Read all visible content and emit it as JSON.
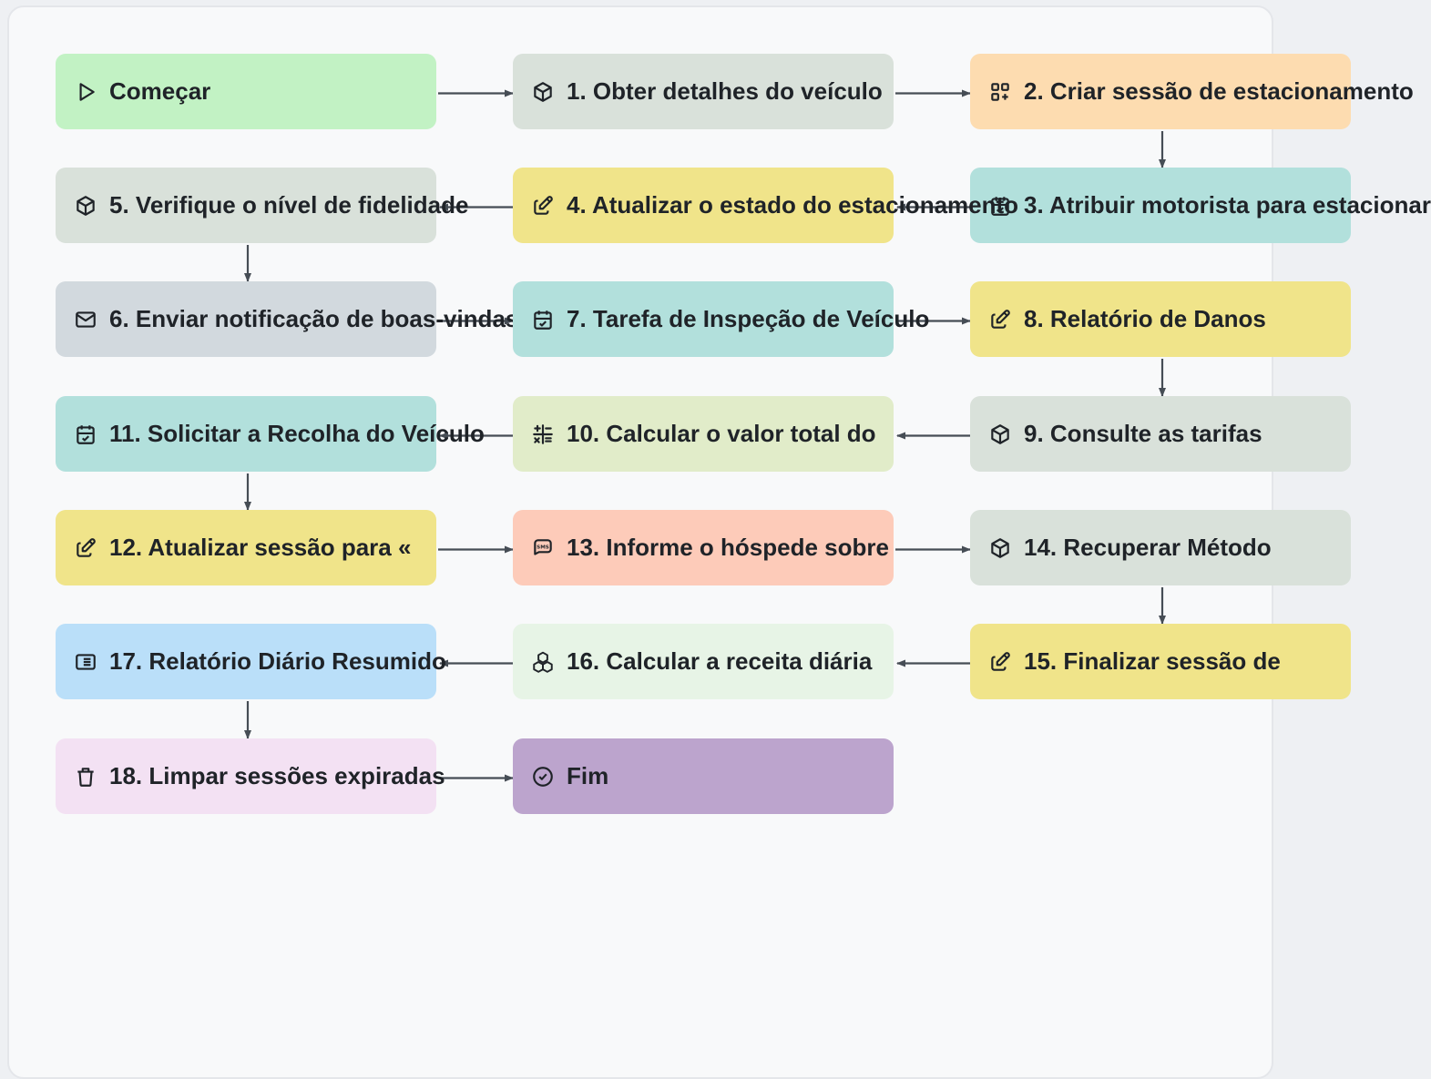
{
  "colors": {
    "green": "#c2f2c4",
    "grey_green": "#d9e1da",
    "peach": "#fddcb0",
    "teal": "#b2e0dc",
    "yellow": "#f0e48a",
    "blue_grey": "#d2d9de",
    "pale_green": "#e1ecc9",
    "salmon": "#fdcbb9",
    "blue": "#badff9",
    "mint": "#e7f4e6",
    "lavender": "#f3e1f3",
    "purple": "#bca4cd",
    "edge": "#464d55"
  },
  "nodes": [
    {
      "id": "start",
      "label": "Começar",
      "icon": "play-icon",
      "color": "green"
    },
    {
      "id": "n1",
      "label": "1. Obter detalhes do veículo",
      "icon": "cube-icon",
      "color": "grey_green"
    },
    {
      "id": "n2",
      "label": "2. Criar sessão de estacionamento",
      "icon": "grid-add-icon",
      "color": "peach"
    },
    {
      "id": "n3",
      "label": "3. Atribuir motorista para estacionar",
      "icon": "calendar-check-icon",
      "color": "teal"
    },
    {
      "id": "n4",
      "label": "4. Atualizar o estado do estacionamento",
      "icon": "edit-icon",
      "color": "yellow"
    },
    {
      "id": "n5",
      "label": "5. Verifique o nível de fidelidade",
      "icon": "cube-icon",
      "color": "grey_green"
    },
    {
      "id": "n6",
      "label": "6. Enviar notificação de boas-vindas",
      "icon": "mail-icon",
      "color": "blue_grey"
    },
    {
      "id": "n7",
      "label": "7. Tarefa de Inspeção de Veículo",
      "icon": "calendar-check-icon",
      "color": "teal"
    },
    {
      "id": "n8",
      "label": "8. Relatório de Danos",
      "icon": "edit-icon",
      "color": "yellow"
    },
    {
      "id": "n9",
      "label": "9. Consulte as tarifas",
      "icon": "cube-icon",
      "color": "grey_green"
    },
    {
      "id": "n10",
      "label": "10. Calcular o valor total do",
      "icon": "math-icon",
      "color": "pale_green"
    },
    {
      "id": "n11",
      "label": "11. Solicitar a Recolha do Veículo",
      "icon": "calendar-check-icon",
      "color": "teal"
    },
    {
      "id": "n12",
      "label": "12. Atualizar sessão para «",
      "icon": "edit-icon",
      "color": "yellow"
    },
    {
      "id": "n13",
      "label": "13. Informe o hóspede sobre",
      "icon": "sms-icon",
      "color": "salmon"
    },
    {
      "id": "n14",
      "label": "14. Recuperar Método",
      "icon": "cube-icon",
      "color": "grey_green"
    },
    {
      "id": "n15",
      "label": "15. Finalizar sessão de",
      "icon": "edit-icon",
      "color": "yellow"
    },
    {
      "id": "n16",
      "label": "16. Calcular a receita diária",
      "icon": "boxes-icon",
      "color": "mint"
    },
    {
      "id": "n17",
      "label": "17. Relatório Diário Resumido",
      "icon": "list-details-icon",
      "color": "blue"
    },
    {
      "id": "n18",
      "label": "18. Limpar sessões expiradas",
      "icon": "trash-icon",
      "color": "lavender"
    },
    {
      "id": "end",
      "label": "Fim",
      "icon": "circle-check-icon",
      "color": "purple"
    }
  ]
}
